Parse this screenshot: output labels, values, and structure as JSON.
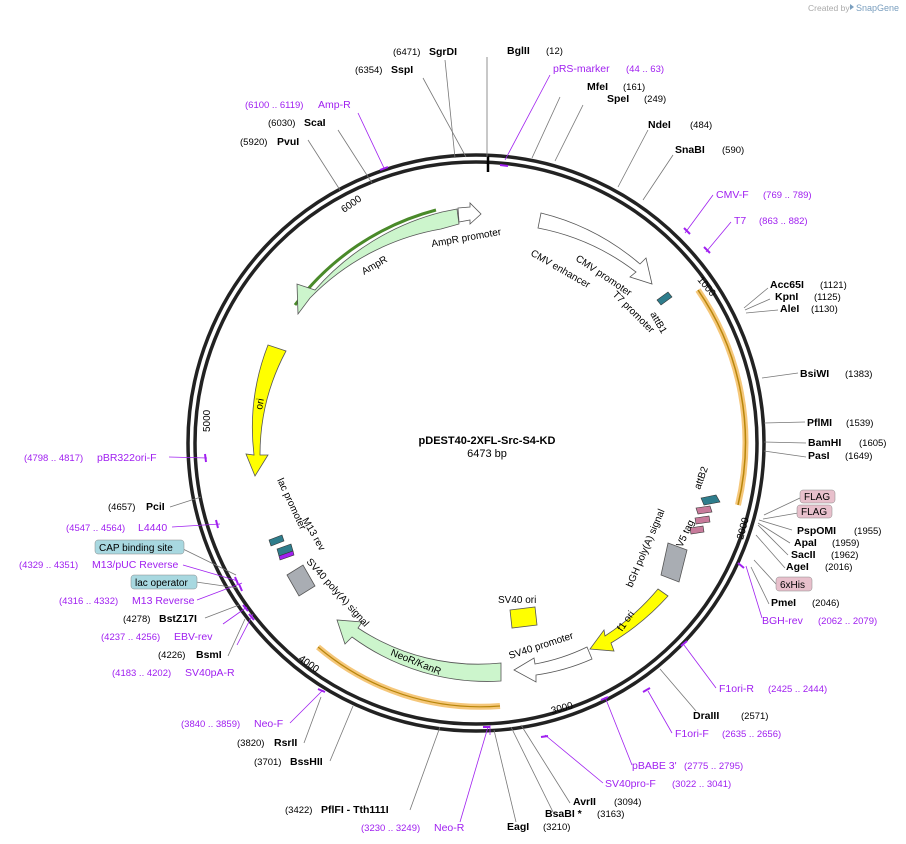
{
  "credit": {
    "prefix": "Created by",
    "brand": "SnapGene"
  },
  "map": {
    "name": "pDEST40-2XFL-Src-S4-KD",
    "length": "6473 bp"
  },
  "ticks": [
    "1000",
    "2000",
    "3000",
    "4000",
    "5000",
    "6000"
  ],
  "enzymes": [
    {
      "name": "SgrDI",
      "pos": "(6471)"
    },
    {
      "name": "BglII",
      "pos": "(12)"
    },
    {
      "name": "SspI",
      "pos": "(6354)"
    },
    {
      "name": "MfeI",
      "pos": "(161)"
    },
    {
      "name": "SpeI",
      "pos": "(249)"
    },
    {
      "name": "ScaI",
      "pos": "(6030)"
    },
    {
      "name": "NdeI",
      "pos": "(484)"
    },
    {
      "name": "PvuI",
      "pos": "(5920)"
    },
    {
      "name": "SnaBI",
      "pos": "(590)"
    },
    {
      "name": "Acc65I",
      "pos": "(1121)"
    },
    {
      "name": "KpnI",
      "pos": "(1125)"
    },
    {
      "name": "AleI",
      "pos": "(1130)"
    },
    {
      "name": "BsiWI",
      "pos": "(1383)"
    },
    {
      "name": "PflMI",
      "pos": "(1539)"
    },
    {
      "name": "BamHI",
      "pos": "(1605)"
    },
    {
      "name": "PasI",
      "pos": "(1649)"
    },
    {
      "name": "PciI",
      "pos": "(4657)"
    },
    {
      "name": "PspOMI",
      "pos": "(1955)"
    },
    {
      "name": "ApaI",
      "pos": "(1959)"
    },
    {
      "name": "SacII",
      "pos": "(1962)"
    },
    {
      "name": "AgeI",
      "pos": "(2016)"
    },
    {
      "name": "BstZ17I",
      "pos": "(4278)"
    },
    {
      "name": "PmeI",
      "pos": "(2046)"
    },
    {
      "name": "BsmI",
      "pos": "(4226)"
    },
    {
      "name": "DraIII",
      "pos": "(2571)"
    },
    {
      "name": "RsrII",
      "pos": "(3820)"
    },
    {
      "name": "BssHII",
      "pos": "(3701)"
    },
    {
      "name": "AvrII",
      "pos": "(3094)"
    },
    {
      "name": "BsaBI *",
      "pos": "(3163)"
    },
    {
      "name": "PflFI - Tth111I",
      "pos": "(3422)"
    },
    {
      "name": "EagI",
      "pos": "(3210)"
    }
  ],
  "primers": [
    {
      "name": "pRS-marker",
      "pos": "(44 .. 63)"
    },
    {
      "name": "Amp-R",
      "pos": "(6100 .. 6119)"
    },
    {
      "name": "CMV-F",
      "pos": "(769 .. 789)"
    },
    {
      "name": "T7",
      "pos": "(863 .. 882)"
    },
    {
      "name": "pBR322ori-F",
      "pos": "(4798 .. 4817)"
    },
    {
      "name": "L4440",
      "pos": "(4547 .. 4564)"
    },
    {
      "name": "M13/pUC Reverse",
      "pos": "(4329 .. 4351)"
    },
    {
      "name": "M13 Reverse",
      "pos": "(4316 .. 4332)"
    },
    {
      "name": "EBV-rev",
      "pos": "(4237 .. 4256)"
    },
    {
      "name": "SV40pA-R",
      "pos": "(4183 .. 4202)"
    },
    {
      "name": "BGH-rev",
      "pos": "(2062 .. 2079)"
    },
    {
      "name": "F1ori-R",
      "pos": "(2425 .. 2444)"
    },
    {
      "name": "F1ori-F",
      "pos": "(2635 .. 2656)"
    },
    {
      "name": "pBABE 3'",
      "pos": "(2775 .. 2795)"
    },
    {
      "name": "SV40pro-F",
      "pos": "(3022 .. 3041)"
    },
    {
      "name": "Neo-F",
      "pos": "(3840 .. 3859)"
    },
    {
      "name": "Neo-R",
      "pos": "(3230 .. 3249)"
    }
  ],
  "features": {
    "ampr_promoter": "AmpR promoter",
    "ampr": "AmpR",
    "ori": "ori",
    "cmv_enhancer": "CMV enhancer",
    "cmv_promoter": "CMV promoter",
    "t7_promoter": "T7 promoter",
    "attb1": "attB1",
    "attb2": "attB2",
    "v5_tag": "V5 tag",
    "bgh": "bGH poly(A) signal",
    "f1_ori": "f1 ori",
    "sv40_promoter": "SV40 promoter",
    "sv40_ori": "SV40 ori",
    "neor": "NeoR/KanR",
    "sv40_polya": "SV40 poly(A) signal",
    "lac_promoter": "lac promoter",
    "m13_rev": "M13 rev"
  },
  "pills": {
    "flag1": "FLAG",
    "flag2": "FLAG",
    "his": "6xHis",
    "cap": "CAP binding site",
    "lac_op": "lac operator"
  },
  "colors": {
    "primer": "#a020f0",
    "ampr_fill": "#ccf5cc",
    "ori_fill": "#ffff00",
    "orf_highlight": "#f5c77a",
    "pill_pink": "#e8c0cc",
    "pill_blue": "#a8d8e0",
    "attb_fill": "#2e7d8c"
  }
}
